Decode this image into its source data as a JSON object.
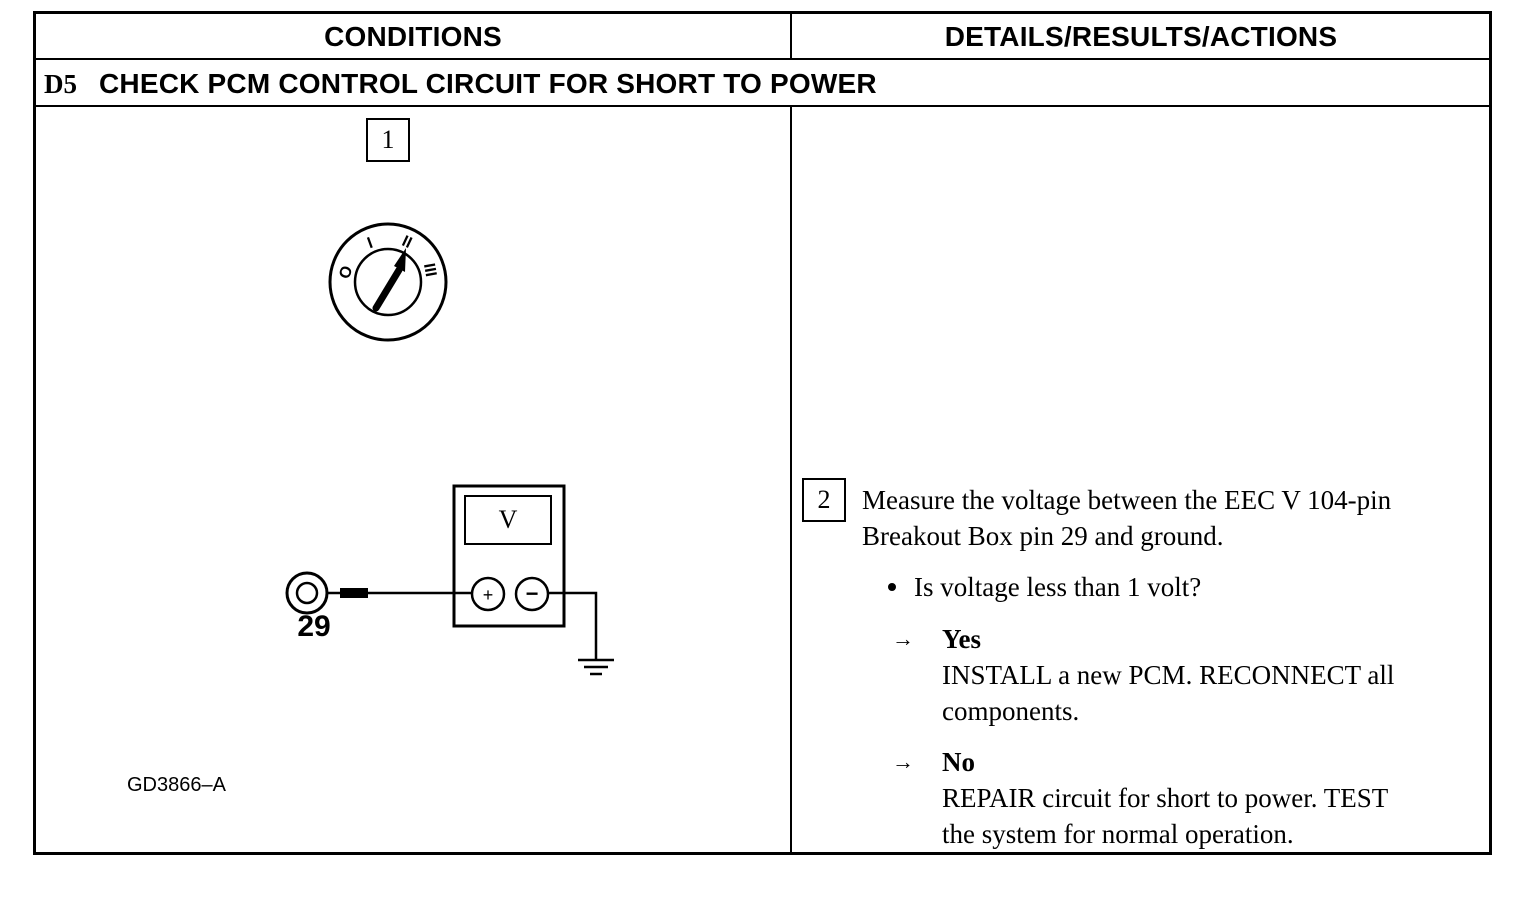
{
  "header": {
    "conditions": "CONDITIONS",
    "details": "DETAILS/RESULTS/ACTIONS"
  },
  "step": {
    "number": "D5",
    "title": "CHECK PCM CONTROL CIRCUIT FOR SHORT TO POWER"
  },
  "conditions": {
    "substep1": "1",
    "ignition_positions": [
      "O",
      "I",
      "II",
      "III"
    ],
    "meter_label": "V",
    "meter_plus": "+",
    "meter_minus": "−",
    "pin_number": "29",
    "figure_id": "GD3866–A"
  },
  "details": {
    "substep2": "2",
    "instruction_line1": "Measure the voltage between the EEC V 104-pin",
    "instruction_line2": "Breakout Box pin 29 and ground.",
    "question": "Is voltage less than 1 volt?",
    "answers": [
      {
        "arrow": "→",
        "label": "Yes",
        "line1": "INSTALL a new PCM. RECONNECT all",
        "line2": "components."
      },
      {
        "arrow": "→",
        "label": "No",
        "line1": "REPAIR circuit for short to power. TEST",
        "line2": "the system for normal operation."
      }
    ]
  }
}
